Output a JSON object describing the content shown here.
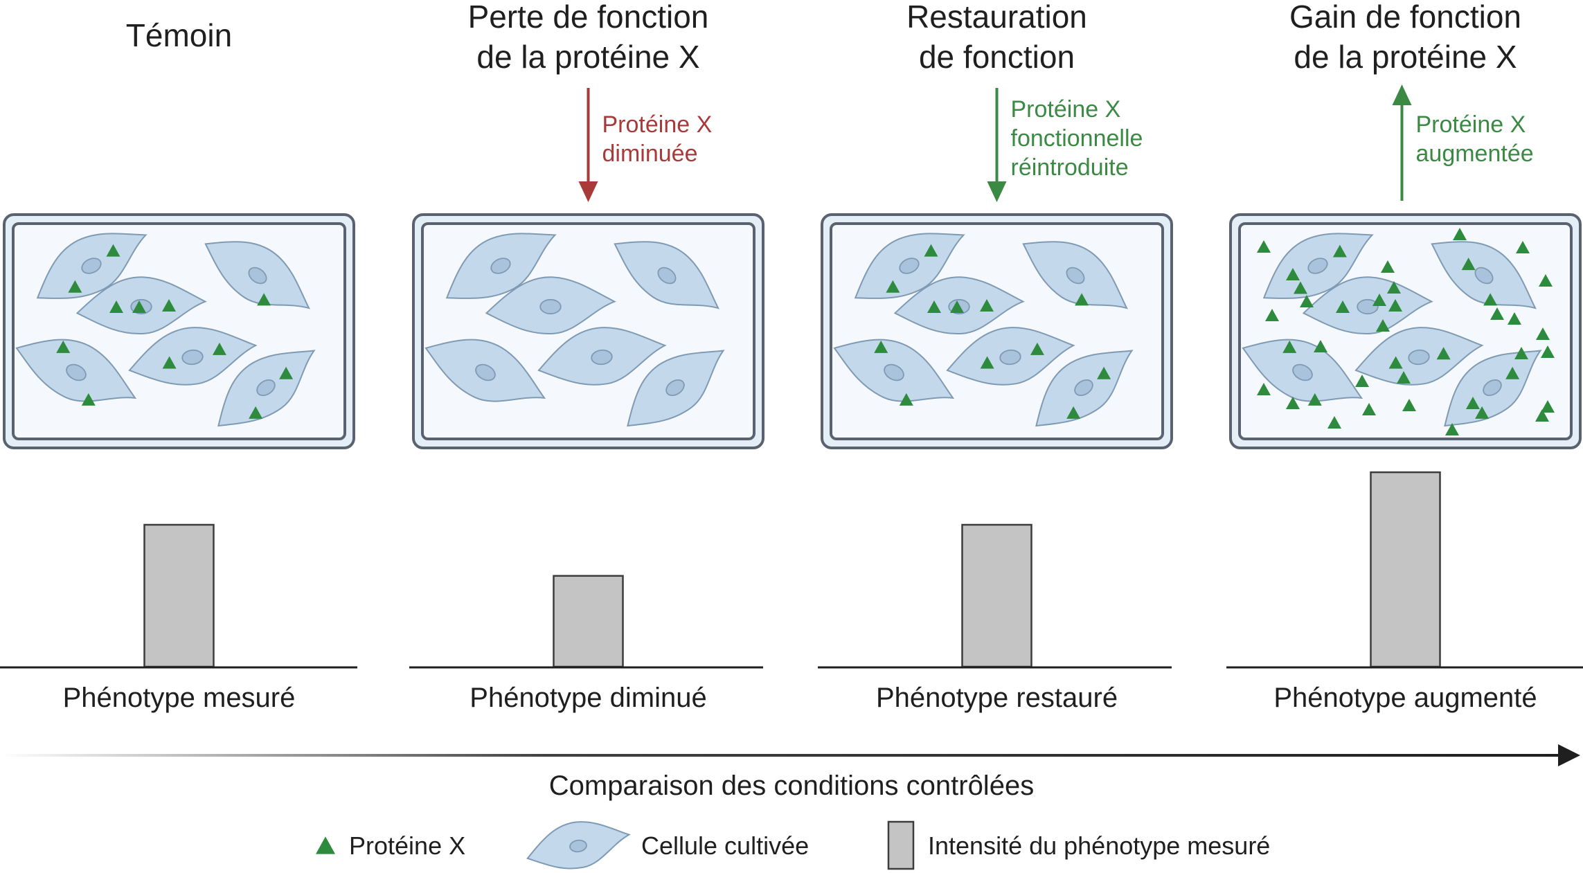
{
  "colors": {
    "protein": "#2e8b3d",
    "decrease_arrow": "#a83a3a",
    "increase_arrow": "#3a8a43",
    "dish_border": "#5a6270",
    "dish_fill": "#e4eef7",
    "cell_fill": "#c3d8ea",
    "cell_stroke": "#7f9ab3",
    "bar_fill": "#c4c4c4",
    "bar_stroke": "#3c3c3c"
  },
  "panels": [
    {
      "title_lines": [
        "Témoin"
      ],
      "arrow": null,
      "phenotype_label": "Phénotype mesuré",
      "phenotype_level": 1.0,
      "protein_level": "normal"
    },
    {
      "title_lines": [
        "Perte de fonction",
        "de la protéine X"
      ],
      "arrow": {
        "direction": "down",
        "color_key": "decrease_arrow",
        "lines": [
          "Protéine X",
          "diminuée"
        ]
      },
      "phenotype_label": "Phénotype diminué",
      "phenotype_level": 0.64,
      "protein_level": "none"
    },
    {
      "title_lines": [
        "Restauration",
        "de fonction"
      ],
      "arrow": {
        "direction": "down",
        "color_key": "increase_arrow",
        "lines": [
          "Protéine X",
          "fonctionnelle",
          "réintroduite"
        ]
      },
      "phenotype_label": "Phénotype restauré",
      "phenotype_level": 1.0,
      "protein_level": "normal"
    },
    {
      "title_lines": [
        "Gain de fonction",
        "de la protéine X"
      ],
      "arrow": {
        "direction": "up",
        "color_key": "increase_arrow",
        "lines": [
          "Protéine X",
          "augmentée"
        ]
      },
      "phenotype_label": "Phénotype augmenté",
      "phenotype_level": 1.37,
      "protein_level": "high"
    }
  ],
  "axis_label": "Comparaison des conditions contrôlées",
  "legend": [
    {
      "icon": "triangle-icon",
      "label": "Protéine X"
    },
    {
      "icon": "cell-icon",
      "label": "Cellule cultivée"
    },
    {
      "icon": "bar-icon",
      "label": "Intensité du phénotype mesuré"
    }
  ]
}
